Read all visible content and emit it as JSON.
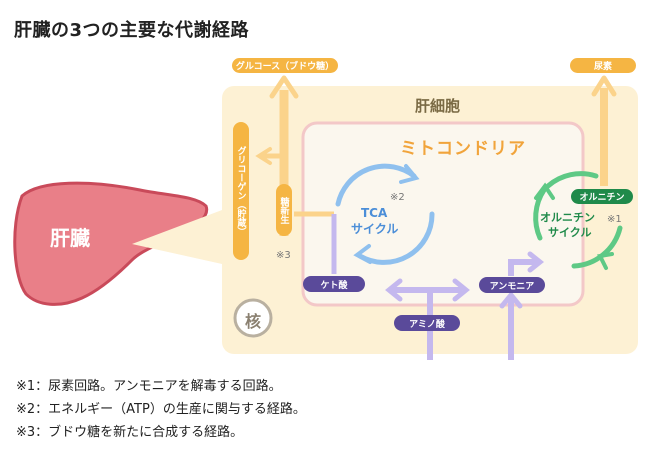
{
  "title": "肝臓の3つの主要な代謝経路",
  "labels": {
    "liver": "肝臓",
    "liver_cell": "肝細胞",
    "mitochondria": "ミトコンドリア",
    "nucleus": "核",
    "tca_cycle_line1": "TCA",
    "tca_cycle_line2": "サイクル",
    "ornithine_cycle_line1": "オルニチン",
    "ornithine_cycle_line2": "サイクル",
    "glycogen": "グリコーゲン（貯蔵）",
    "gluconeogenesis": "糖新生",
    "glucose_output": "グルコース（ブドウ糖）",
    "urea_output": "尿素",
    "ketone": "ケト酸",
    "ammonia": "アンモニア",
    "amino_acid": "アミノ酸",
    "ornithine": "オルニチン",
    "mark1": "※1",
    "mark2": "※2",
    "mark3": "※3"
  },
  "notes": [
    "※1：尿素回路。アンモニアを解毒する回路。",
    "※2：エネルギー（ATP）の生産に関与する経路。",
    "※3：ブドウ糖を新たに合成する経路。"
  ],
  "colors": {
    "cell_bg": "#fdf1d4",
    "mito_border": "#f3c8c8",
    "mito_bg": "#fbf7ee",
    "liver": "#e97f88",
    "liver_border": "#c94a5a",
    "orange_arrow": "#fbd38b",
    "orange_pill": "#f5b543",
    "purple": "#b9a9e6",
    "purple_dark": "#5a4a9a",
    "blue": "#8fc0ee",
    "green": "#5ec985",
    "green_dark": "#1f8a4a",
    "nucleus_ring": "#b9b0a0"
  }
}
